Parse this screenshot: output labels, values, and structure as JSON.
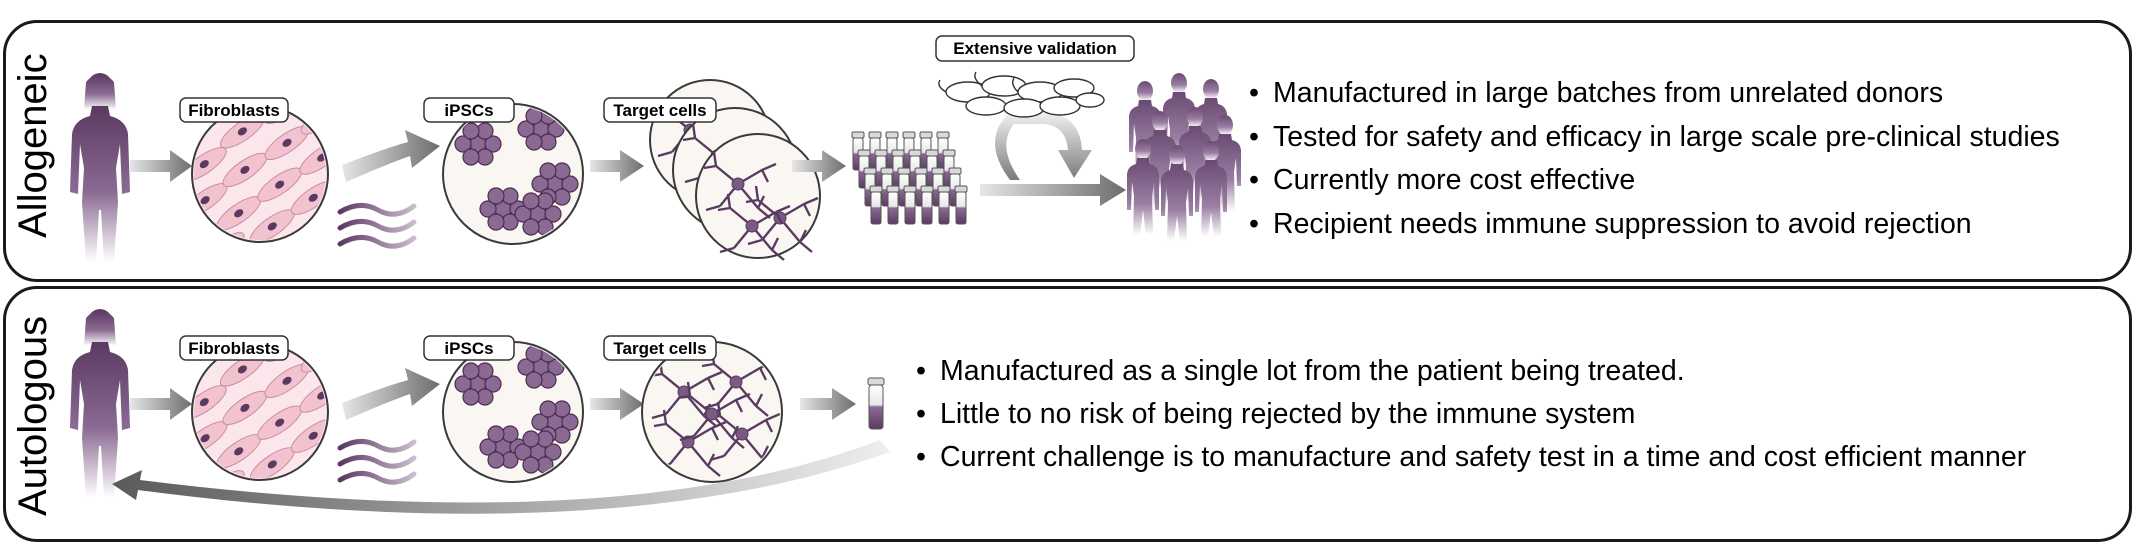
{
  "allogeneic": {
    "side_label": "Allogeneic",
    "stage_labels": {
      "fibroblasts": "Fibroblasts",
      "ipscs": "iPSCs",
      "target_cells": "Target cells",
      "validation": "Extensive validation"
    },
    "bullets": [
      "Manufactured in large batches from unrelated donors",
      "Tested for safety and efficacy in large scale pre-clinical  studies",
      "Currently more cost effective",
      "Recipient needs immune suppression to avoid rejection"
    ]
  },
  "autologous": {
    "side_label": "Autologous",
    "stage_labels": {
      "fibroblasts": "Fibroblasts",
      "ipscs": "iPSCs",
      "target_cells": "Target cells"
    },
    "bullets": [
      "Manufactured as a single lot from the patient being treated.",
      "Little to no risk of being rejected by the immune system",
      "Current challenge is to manufacture and safety test in a time and cost efficient manner"
    ]
  },
  "colors": {
    "purple_dark": "#5b3a62",
    "purple_mid": "#8a6a92",
    "fibroblast_pink": "#f2c2cf",
    "dish_fill": "#faf7f2",
    "arrow_gray": "#8c8c8c"
  },
  "icons": [
    "person-silhouette-icon",
    "petri-dish-icon",
    "reprogramming-waves-icon",
    "vial-rack-icon",
    "lab-mice-icon",
    "crowd-icon",
    "single-vial-icon"
  ]
}
